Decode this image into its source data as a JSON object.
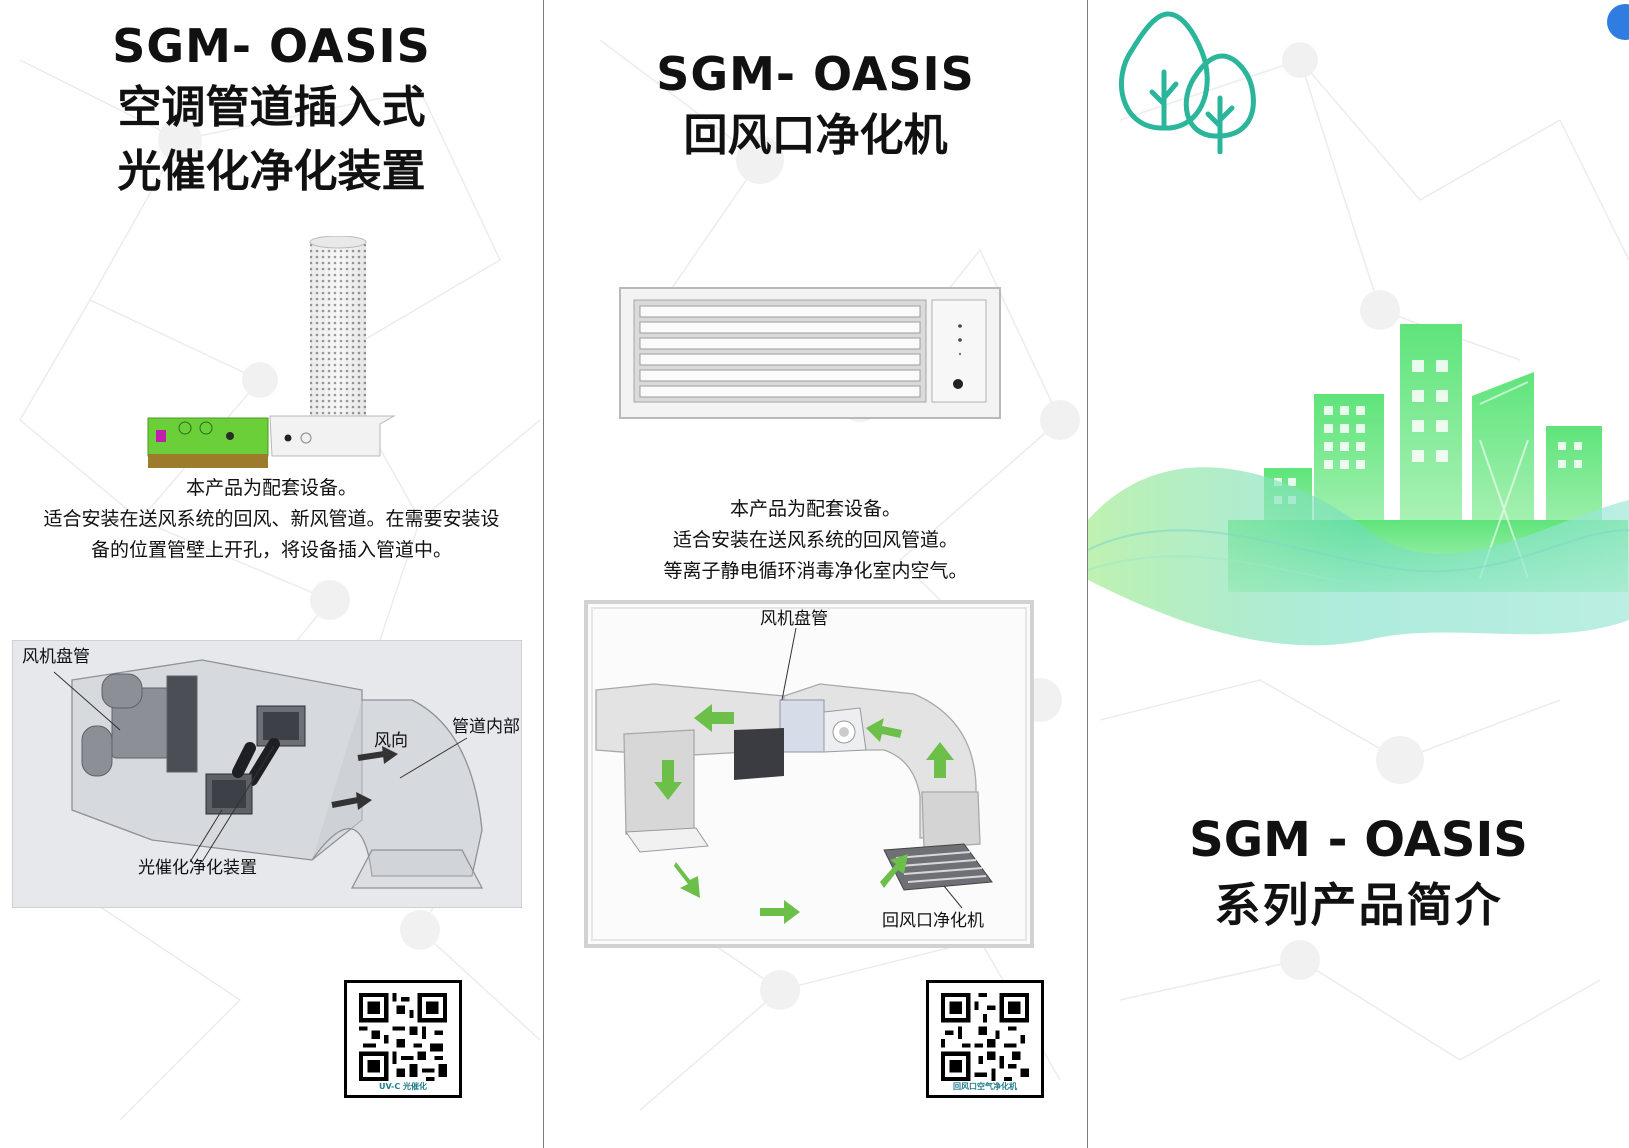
{
  "panels": [
    {
      "title_en": "SGM- OASIS",
      "title_cn": [
        "空调管道插入式",
        "光催化净化装置"
      ],
      "description": [
        "本产品为配套设备。",
        "适合安装在送风系统的回风、新风管道。在需要安装设",
        "备的位置管壁上开孔，将设备插入管道中。"
      ],
      "diagram_labels": {
        "fan_coil": "风机盘管",
        "airflow": "风向",
        "duct_interior": "管道内部",
        "device": "光催化净化装置"
      },
      "qr_caption": "UV-C 光催化"
    },
    {
      "title_en": "SGM- OASIS",
      "title_cn": [
        "回风口净化机"
      ],
      "description": [
        "本产品为配套设备。",
        "适合安装在送风系统的回风管道。",
        "等离子静电循环消毒净化室内空气。"
      ],
      "diagram_labels": {
        "fan_coil": "风机盘管",
        "return_purifier": "回风口净化机"
      },
      "qr_caption": "回风口空气净化机"
    }
  ],
  "cover": {
    "title_en": "SGM - OASIS",
    "title_cn": "系列产品简介",
    "icon": "twin-trees-icon",
    "illustration": "green-city-skyline"
  },
  "colors": {
    "accent_green": "#5ee47a",
    "tree_teal": "#2bb59a",
    "qr_caption": "#1f7d8c",
    "divider": "#7a7a7a"
  }
}
